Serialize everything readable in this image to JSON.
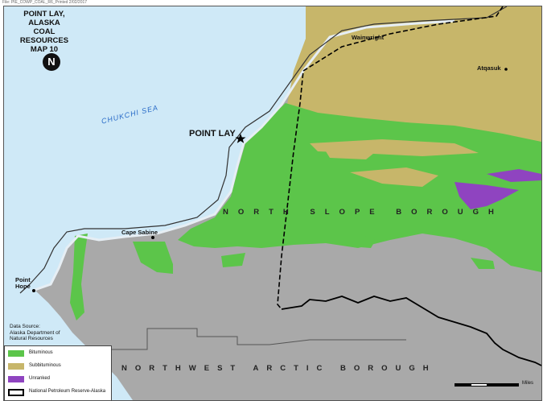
{
  "file_line": "File: PIE_COWP_COAL_R6_Printed 2/02/2017",
  "map": {
    "title_lines": [
      "POINT LAY, ALASKA",
      "COAL RESOURCES",
      "MAP 10"
    ],
    "north_symbol": "N",
    "sea_label": "CHUKCHI SEA",
    "feature_label": "POINT LAY",
    "places": {
      "wainwright": "Wainwright",
      "atqasuk": "Atqasuk",
      "cape_sabine": "Cape Sabine",
      "point_hope": "Point Hope"
    },
    "boroughs": {
      "north": "NORTH SLOPE BOROUGH",
      "northwest": "NORTHWEST ARCTIC BOROUGH"
    },
    "data_source": [
      "Data Source:",
      "Alaska Department of",
      "Natural Resources"
    ],
    "colors": {
      "ocean": "#cfe9f7",
      "bituminous": "#5cc54a",
      "subbituminous": "#c7b66a",
      "unranked": "#8f44c0",
      "terrain": "#a9a9a9",
      "boundary": "#000000"
    }
  },
  "legend": {
    "items": [
      {
        "label": "Bituminous",
        "color": "#5cc54a"
      },
      {
        "label": "Subbituminous",
        "color": "#c7b66a"
      },
      {
        "label": "Unranked",
        "color": "#8f44c0"
      },
      {
        "label": "National Petroleum Reserve-Alaska",
        "color": "#ffffff"
      }
    ]
  },
  "scale": {
    "unit": "Miles"
  }
}
